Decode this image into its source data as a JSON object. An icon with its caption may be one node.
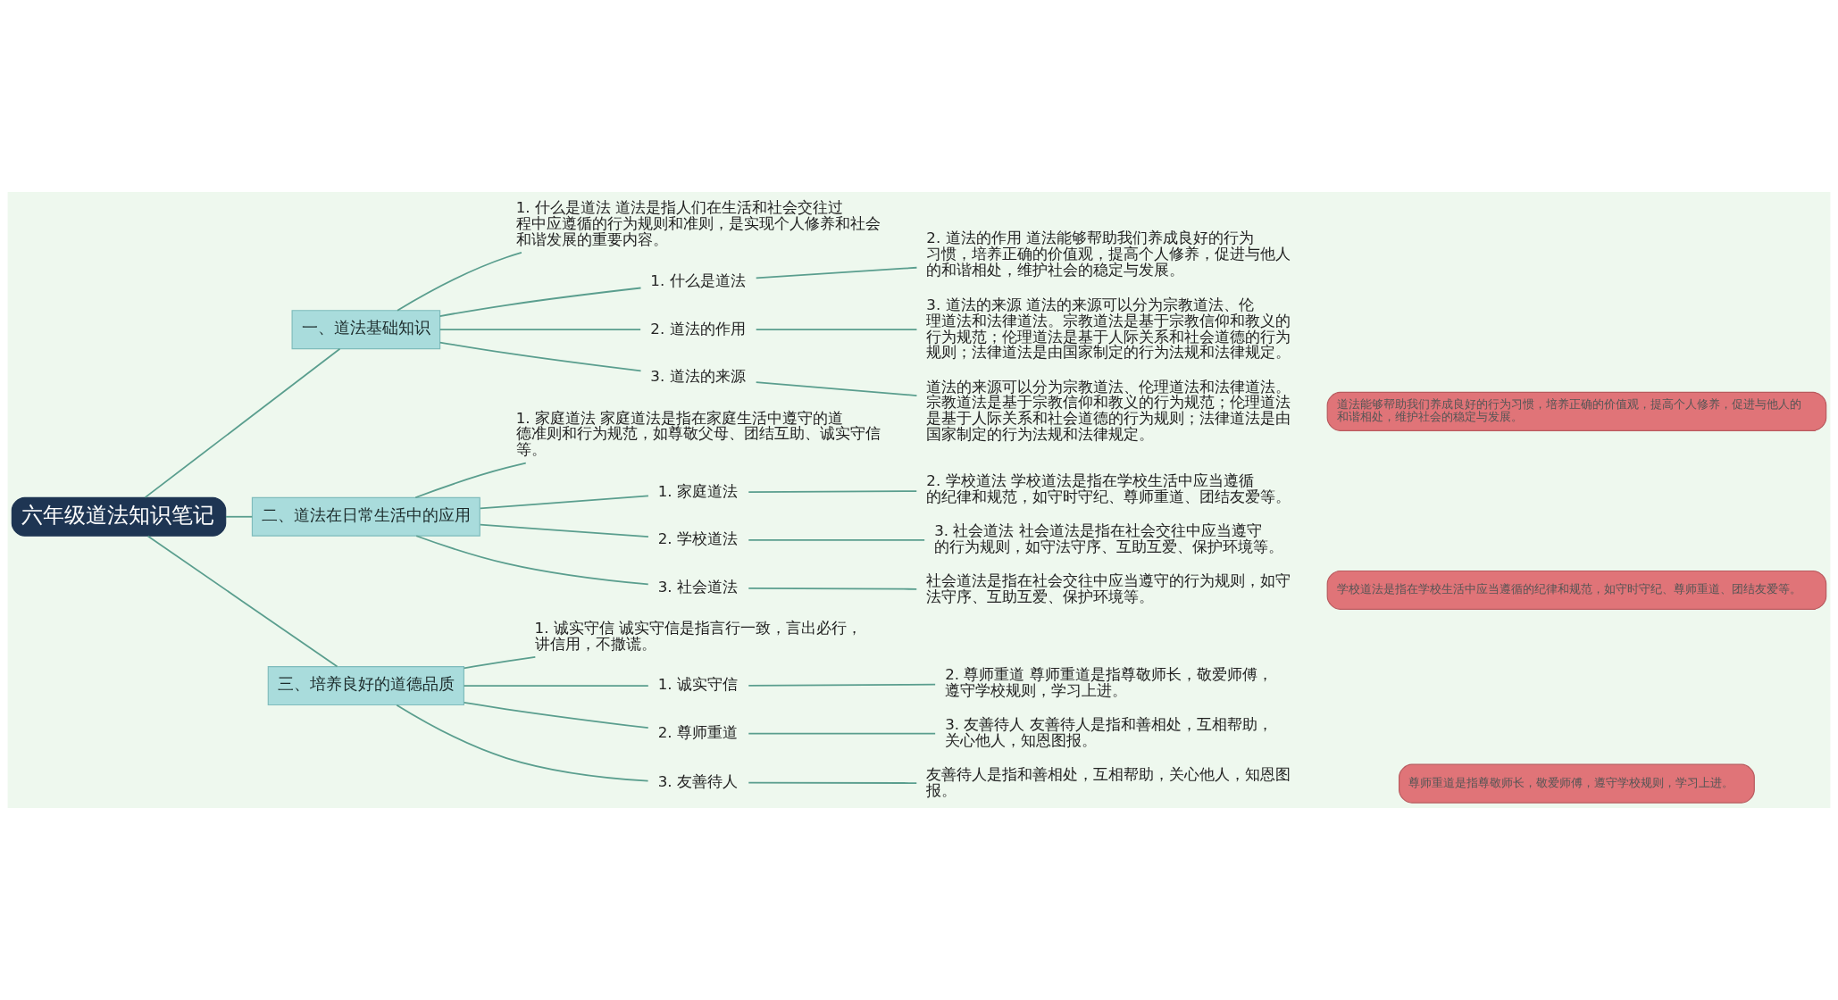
{
  "diagram": {
    "nodes": [
      {
        "text": [
          "六年级道法知识笔记"
        ]
      },
      {
        "text": [
          "一、道法基础知识"
        ]
      },
      {
        "text": [
          "1. 什么是道法 道法是指人们在生活和社会交往过程中应遵循的行为规则和准则，是实现个人修养和社会和谐发展的重要内容。"
        ]
      },
      {
        "text": [
          "1. 什么是道法"
        ]
      },
      {
        "text": [
          "2. 道法的作用 道法能够帮助我们养成良好的行为习惯，培养正确的价值观，提高个人修养，促进与他人的和谐相处，维护社会的稳定与发展。"
        ]
      },
      {
        "text": [
          "2. 道法的作用"
        ]
      },
      {
        "text": [
          "3. 道法的来源 道法的来源可以分为宗教道法、伦理道法和法律道法。宗教道法是基于宗教信仰和教义的行为规范；伦理道法是基于人际关系和社会道德的行为规则；法律道法是由国家制定的行为法规和法律规定。"
        ]
      },
      {
        "text": [
          "3. 道法的来源"
        ]
      },
      {
        "text": [
          "道法的来源可以分为宗教道法、伦理道法和法律道法。宗教道法是基于宗教信仰和教义的行为规范；伦理道法是基于人际关系和社会道德的行为规则；法律道法是由国家制定的行为法规和法律规定。"
        ]
      },
      {
        "text": [
          "道法能够帮助我们养成良好的行为习惯，培养正确的价值观，提高个人修养，促进与他人的和谐相处，维护社会的稳定与发展。"
        ]
      },
      {
        "text": [
          "二、道法在日常生活中的应用"
        ]
      },
      {
        "text": [
          "1. 家庭道法 家庭道法是指在家庭生活中遵守的道德准则和行为规范，如尊敬父母、团结互助、诚实守信等。"
        ]
      },
      {
        "text": [
          "1. 家庭道法"
        ]
      },
      {
        "text": [
          "2. 学校道法 学校道法是指在学校生活中应当遵循的纪律和规范，如守时守纪、尊师重道、团结友爱等。"
        ]
      },
      {
        "text": [
          "2. 学校道法"
        ]
      },
      {
        "text": [
          "3. 社会道法 社会道法是指在社会交往中应当遵守的行为规则，如守法守序、互助互爱、保护环境等。"
        ]
      },
      {
        "text": [
          "3. 社会道法"
        ]
      },
      {
        "text": [
          "社会道法是指在社会交往中应当遵守的行为规则，如守法守序、互助互爱、保护环境等。"
        ]
      },
      {
        "text": [
          "学校道法是指在学校生活中应当遵循的纪律和规范，如守时守纪、尊师重道、团结友爱等。"
        ]
      },
      {
        "text": [
          "三、培养良好的道德品质"
        ]
      },
      {
        "text": [
          "1. 诚实守信 诚实守信是指言行一致，言出必行，讲信用，不撒谎。"
        ]
      },
      {
        "text": [
          "1. 诚实守信"
        ]
      },
      {
        "text": [
          "2. 尊师重道 尊师重道是指尊敬师长，敬爱师傅，遵守学校规则，学习上进。"
        ]
      },
      {
        "text": [
          "2. 尊师重道"
        ]
      },
      {
        "text": [
          "3. 友善待人 友善待人是指和善相处，互相帮助，关心他人，知恩图报。"
        ]
      },
      {
        "text": [
          "3. 友善待人"
        ]
      },
      {
        "text": [
          "友善待人是指和善相处，互相帮助，关心他人，知恩图报。"
        ]
      },
      {
        "text": [
          "尊师重道是指尊敬师长，敬爱师傅，遵守学校规则，学习上进。"
        ]
      }
    ],
    "edges": [
      {
        "from": 0,
        "to": 1,
        "arrow": "none"
      },
      {
        "from": 1,
        "to": 2,
        "arrow": "none"
      },
      {
        "from": 1,
        "to": 3,
        "arrow": "none"
      },
      {
        "from": 3,
        "to": 4,
        "arrow": "none"
      },
      {
        "from": 1,
        "to": 5,
        "arrow": "none"
      },
      {
        "from": 5,
        "to": 6,
        "arrow": "none"
      },
      {
        "from": 1,
        "to": 7,
        "arrow": "none"
      },
      {
        "from": 7,
        "to": 8,
        "arrow": "none"
      },
      {
        "from": 0,
        "to": 10,
        "arrow": "none"
      },
      {
        "from": 10,
        "to": 11,
        "arrow": "none"
      },
      {
        "from": 10,
        "to": 12,
        "arrow": "none"
      },
      {
        "from": 12,
        "to": 13,
        "arrow": "none"
      },
      {
        "from": 10,
        "to": 14,
        "arrow": "none"
      },
      {
        "from": 14,
        "to": 15,
        "arrow": "none"
      },
      {
        "from": 10,
        "to": 16,
        "arrow": "none"
      },
      {
        "from": 16,
        "to": 17,
        "arrow": "none"
      },
      {
        "from": 0,
        "to": 19,
        "arrow": "none"
      },
      {
        "from": 19,
        "to": 20,
        "arrow": "none"
      },
      {
        "from": 19,
        "to": 21,
        "arrow": "none"
      },
      {
        "from": 21,
        "to": 22,
        "arrow": "none"
      },
      {
        "from": 19,
        "to": 23,
        "arrow": "none"
      },
      {
        "from": 23,
        "to": 24,
        "arrow": "none"
      },
      {
        "from": 19,
        "to": 25,
        "arrow": "none"
      },
      {
        "from": 25,
        "to": 26,
        "arrow": "none"
      }
    ]
  }
}
